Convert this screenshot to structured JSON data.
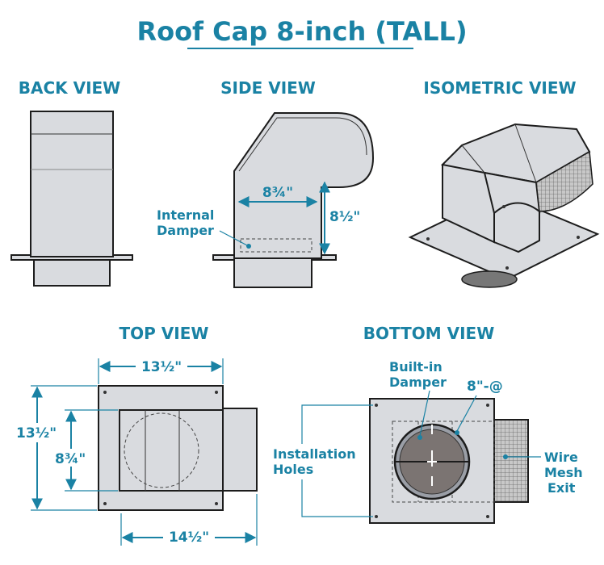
{
  "title": "Roof Cap 8-inch (TALL)",
  "views": {
    "back": "BACK VIEW",
    "side": "SIDE VIEW",
    "isometric": "ISOMETRIC VIEW",
    "top": "TOP VIEW",
    "bottom": "BOTTOM VIEW"
  },
  "side_view": {
    "width_dim": "8¾\"",
    "height_dim": "8½\"",
    "damper_label_1": "Internal",
    "damper_label_2": "Damper"
  },
  "top_view": {
    "top_dim": "13½\"",
    "left_dim": "13½\"",
    "inner_dim": "8¾\"",
    "bottom_dim": "14½\""
  },
  "bottom_view": {
    "damper_label_1": "Built-in",
    "damper_label_2": "Damper",
    "diameter_dim": "8\"-@",
    "holes_label_1": "Installation",
    "holes_label_2": "Holes",
    "mesh_label_1": "Wire",
    "mesh_label_2": "Mesh",
    "mesh_label_3": "Exit"
  },
  "colors": {
    "accent": "#1a82a4",
    "metal": "#d9dbdf",
    "outline": "#1c1c1c"
  }
}
